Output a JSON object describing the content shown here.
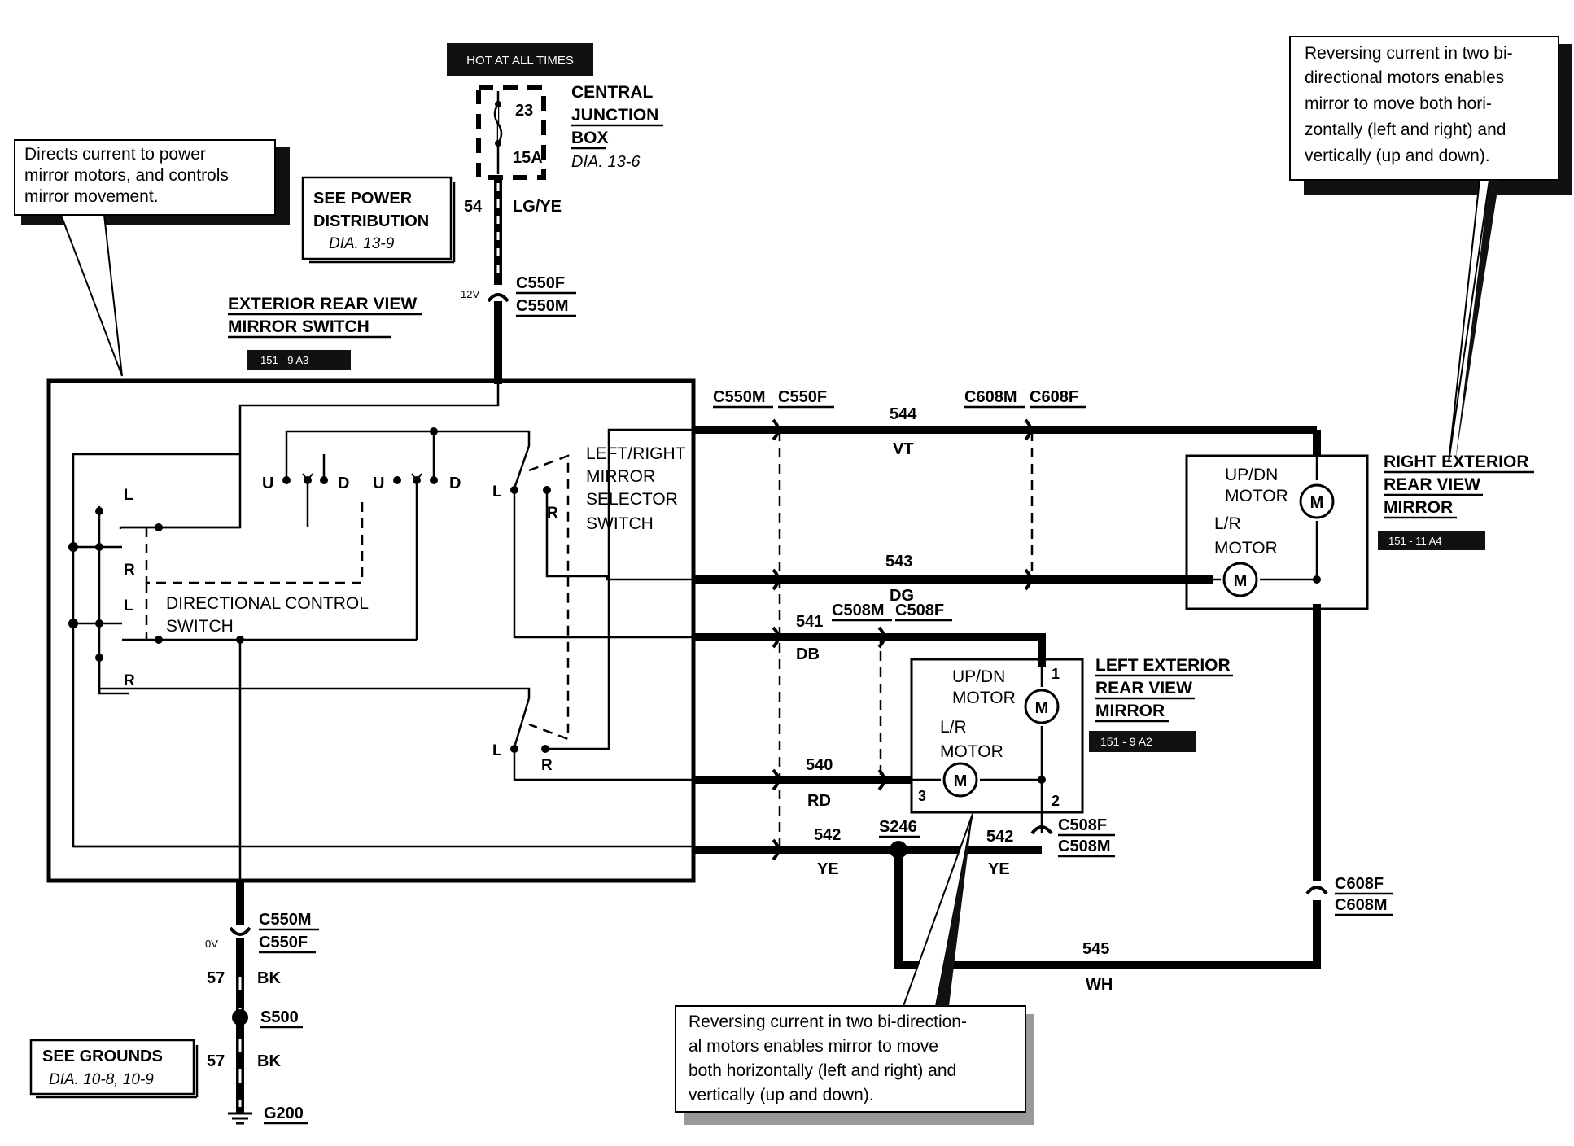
{
  "central_junction": {
    "hot_label": "HOT AT ALL TIMES",
    "fuse_num": "23",
    "fuse_amp": "15A",
    "name_1": "CENTRAL",
    "name_2": "JUNCTION",
    "name_3": "BOX",
    "dia": "DIA. 13-6"
  },
  "power_ref": {
    "line1": "SEE POWER",
    "line2": "DISTRIBUTION",
    "dia": "DIA. 13-9"
  },
  "feed": {
    "circuit": "54",
    "color": "LG/YE",
    "voltage": "12V",
    "conn_f": "C550F",
    "conn_m": "C550M"
  },
  "switch": {
    "title_1": "EXTERIOR REAR VIEW",
    "title_2": "MIRROR SWITCH",
    "ref": "151 - 9 A3",
    "lr_title": [
      "LEFT/RIGHT",
      "MIRROR",
      "SELECTOR",
      "SWITCH"
    ],
    "dir_title": [
      "DIRECTIONAL CONTROL",
      "SWITCH"
    ],
    "contact_u": "U",
    "contact_d": "D",
    "contact_l": "L",
    "contact_r": "R"
  },
  "callout_left": [
    "Directs current to power",
    "mirror motors, and controls",
    "mirror movement."
  ],
  "callout_right": [
    "Reversing current in two bi-",
    "directional motors enables",
    "mirror to move both hori-",
    "zontally (left and right) and",
    "vertically (up and down)."
  ],
  "callout_bottom": [
    "Reversing current in two bi-direction-",
    "al motors enables mirror to move",
    "both horizontally (left and right) and",
    "vertically (up and down)."
  ],
  "connectors": {
    "top_m": "C550M",
    "top_f": "C550F",
    "c608m": "C608M",
    "c608f": "C608F",
    "c508m": "C508M",
    "c508f": "C508F"
  },
  "wires": [
    {
      "circuit": "544",
      "color": "VT"
    },
    {
      "circuit": "543",
      "color": "DG"
    },
    {
      "circuit": "541",
      "color": "DB"
    },
    {
      "circuit": "540",
      "color": "RD"
    },
    {
      "circuit": "542",
      "color": "YE"
    },
    {
      "circuit": "545",
      "color": "WH"
    }
  ],
  "splice_mid": "S246",
  "right_mirror": {
    "title": [
      "RIGHT EXTERIOR",
      "REAR VIEW",
      "MIRROR"
    ],
    "ref": "151 - 11 A4",
    "updn": [
      "UP/DN",
      "MOTOR"
    ],
    "lr": [
      "L/R",
      "MOTOR"
    ],
    "motor_symbol": "M"
  },
  "left_mirror": {
    "title": [
      "LEFT EXTERIOR",
      "REAR VIEW",
      "MIRROR"
    ],
    "ref": "151 - 9 A2",
    "updn": [
      "UP/DN",
      "MOTOR"
    ],
    "lr": [
      "L/R",
      "MOTOR"
    ],
    "pin1": "1",
    "pin2": "2",
    "pin3": "3",
    "motor_symbol": "M"
  },
  "right_return": {
    "conn_f": "C608F",
    "conn_m": "C608M"
  },
  "ground": {
    "voltage": "0V",
    "conn_m": "C550M",
    "conn_f": "C550F",
    "circuit": "57",
    "color": "BK",
    "splice": "S500",
    "circuit2": "57",
    "color2": "BK",
    "ground_id": "G200",
    "ref_line1": "SEE GROUNDS",
    "ref_dia": "DIA. 10-8, 10-9"
  }
}
